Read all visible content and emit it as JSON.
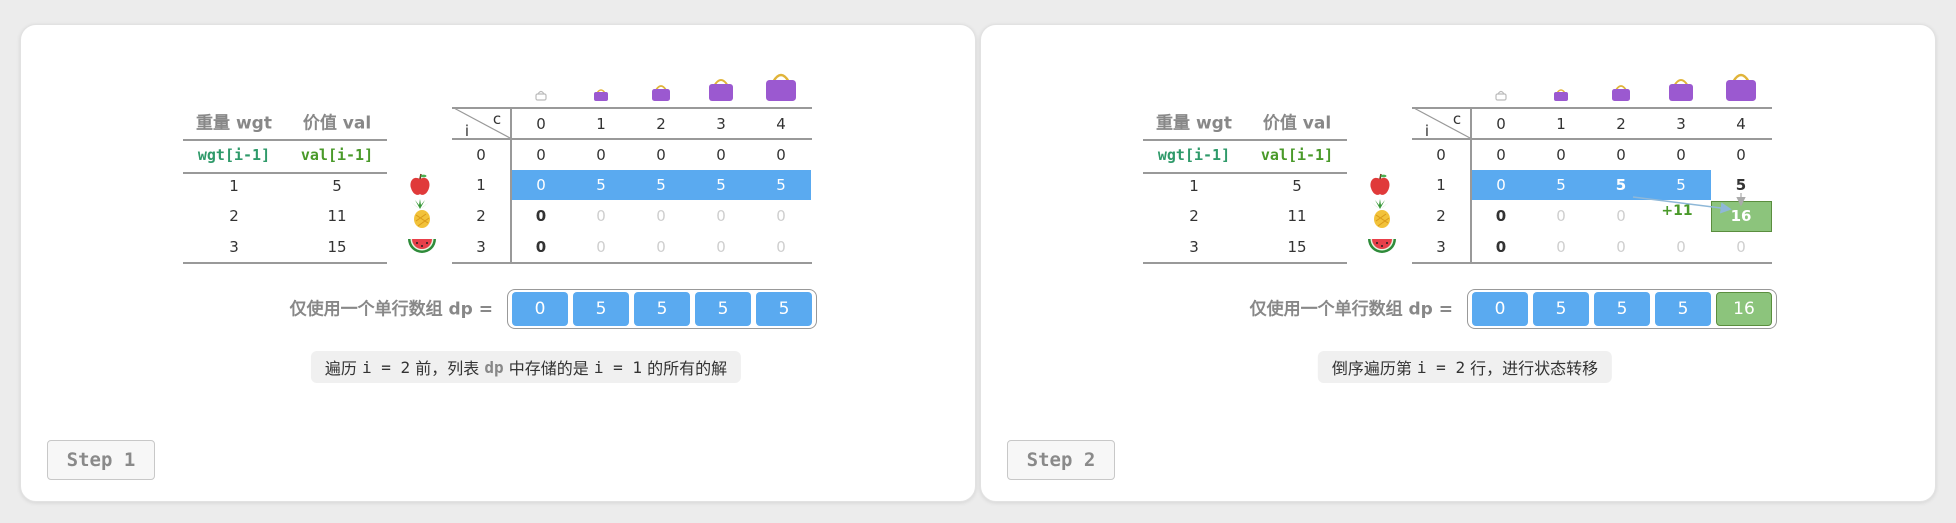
{
  "items_table": {
    "header_weight": "重量 wgt",
    "header_value": "价值 val",
    "sub_weight": "wgt[i-1]",
    "sub_value": "val[i-1]",
    "rows": [
      {
        "wgt": "1",
        "val": "5",
        "fruit": "apple-icon"
      },
      {
        "wgt": "2",
        "val": "11",
        "fruit": "pineapple-icon"
      },
      {
        "wgt": "3",
        "val": "15",
        "fruit": "watermelon-icon"
      }
    ]
  },
  "dp_table": {
    "corner_i": "i",
    "corner_c": "c",
    "col_headers": [
      "0",
      "1",
      "2",
      "3",
      "4"
    ],
    "row_headers": [
      "0",
      "1",
      "2",
      "3"
    ]
  },
  "panels": [
    {
      "step": "Step 1",
      "grid": [
        [
          "0",
          "0",
          "0",
          "0",
          "0"
        ],
        [
          "0",
          "5",
          "5",
          "5",
          "5"
        ],
        [
          "0",
          "0",
          "0",
          "0",
          "0"
        ],
        [
          "0",
          "0",
          "0",
          "0",
          "0"
        ]
      ],
      "array_label": "仅使用一个单行数组 dp =",
      "array": [
        "0",
        "5",
        "5",
        "5",
        "5"
      ],
      "caption": {
        "pre": "遍历 ",
        "m1": "i = 2",
        "mid": " 前，列表 ",
        "m2": "dp",
        "post1": " 中存储的是 ",
        "m3": "i = 1",
        "post2": " 的所有的解"
      }
    },
    {
      "step": "Step 2",
      "grid": [
        [
          "0",
          "0",
          "0",
          "0",
          "0"
        ],
        [
          "0",
          "5",
          "5",
          "5",
          "5"
        ],
        [
          "0",
          "0",
          "0",
          "",
          "16"
        ],
        [
          "0",
          "0",
          "0",
          "0",
          "0"
        ]
      ],
      "plus_label": "+11",
      "array_label": "仅使用一个单行数组 dp =",
      "array": [
        "0",
        "5",
        "5",
        "5",
        "16"
      ],
      "caption": {
        "pre": "倒序遍历第 ",
        "m1": "i = 2",
        "post1": " 行，进行状态转移"
      }
    }
  ],
  "colors": {
    "accent_blue": "#5aaaf0",
    "accent_green": "#8cc47c",
    "bag_purple": "#9b59d0",
    "weight_green": "#2f9a6a",
    "value_green": "#4a9a2a"
  }
}
